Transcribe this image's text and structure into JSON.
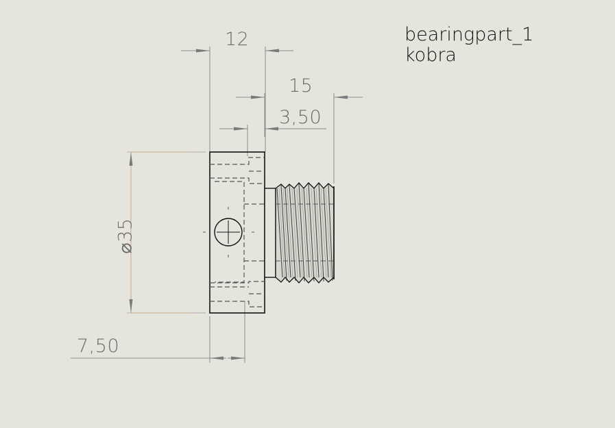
{
  "title_block": {
    "part_name": "bearingpart_1",
    "author": "kobra"
  },
  "dimensions": {
    "width_12": {
      "label": "12",
      "value": 12
    },
    "length_15": {
      "label": "15",
      "value": 15
    },
    "offset_3_50": {
      "label": "3,50",
      "value": 3.5
    },
    "diameter_35": {
      "symbol": "⌀",
      "label": "35",
      "value": 35
    },
    "hole_7_50": {
      "label": "7,50",
      "value": 7.5
    }
  },
  "colors": {
    "background": "#e6e5dd",
    "geometry": "#111111",
    "dimension": "#7a7a7a",
    "hidden_line": "#555555",
    "extension_highlight": "#c8a98a"
  }
}
